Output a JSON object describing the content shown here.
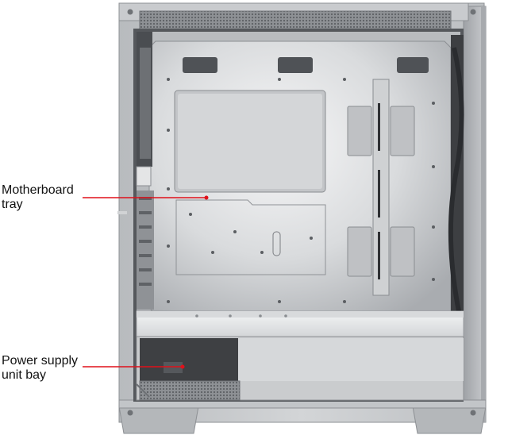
{
  "callouts": [
    {
      "id": "motherboard-tray",
      "lines": [
        "Motherboard",
        "tray"
      ],
      "color": "#e0101a"
    },
    {
      "id": "psu-bay",
      "lines": [
        "Power supply",
        "unit bay"
      ],
      "color": "#e0101a"
    }
  ],
  "colors": {
    "chassis_frame": "#c4c7ca",
    "interior_panel": "#dadcde",
    "shroud": "#e8e9ea",
    "shadow": "#3a3c3e",
    "leader_line": "#e0101a"
  }
}
